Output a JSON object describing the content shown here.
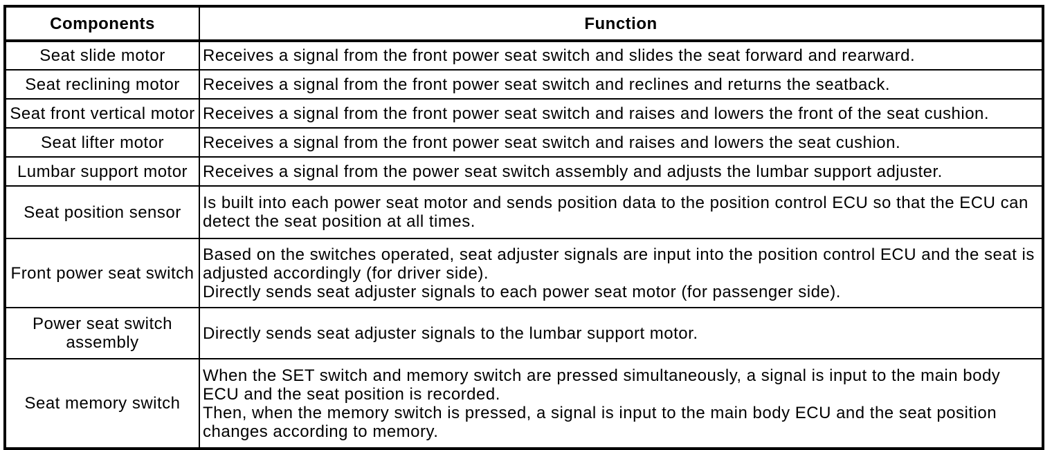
{
  "colors": {
    "border": "#000000",
    "background": "#ffffff",
    "text": "#000000"
  },
  "table": {
    "headers": {
      "components": "Components",
      "function": "Function"
    },
    "rows": [
      {
        "component": "Seat slide motor",
        "function": [
          "Receives a signal from the front power seat switch and slides the seat forward and rearward."
        ]
      },
      {
        "component": "Seat reclining motor",
        "function": [
          "Receives a signal from the front power seat switch and reclines and returns the seatback."
        ]
      },
      {
        "component": "Seat front vertical motor",
        "function": [
          "Receives a signal from the front power seat switch and raises and lowers the front of the seat cushion."
        ]
      },
      {
        "component": "Seat lifter motor",
        "function": [
          "Receives a signal from the front power seat switch and raises and lowers the seat cushion."
        ]
      },
      {
        "component": "Lumbar support motor",
        "function": [
          "Receives a signal from the power seat switch assembly and adjusts the lumbar support adjuster."
        ]
      },
      {
        "component": "Seat position sensor",
        "function": [
          "Is built into each power seat motor and sends position data to the position control ECU so that the ECU can detect the seat position at all times."
        ]
      },
      {
        "component": "Front power seat switch",
        "function": [
          "Based on the switches operated, seat adjuster signals are input into the position control ECU and the seat is adjusted accordingly (for driver side).",
          "Directly sends seat adjuster signals to each power seat motor (for passenger side)."
        ]
      },
      {
        "component": "Power seat switch assembly",
        "function": [
          "Directly sends seat adjuster signals to the lumbar support motor."
        ]
      },
      {
        "component": "Seat memory switch",
        "function": [
          "When the SET switch and memory switch are pressed simultaneously, a signal is input to the main body ECU and the seat position is recorded.",
          "Then, when the memory switch is pressed, a signal is input to the main body ECU and the seat position changes according to memory."
        ]
      }
    ]
  }
}
